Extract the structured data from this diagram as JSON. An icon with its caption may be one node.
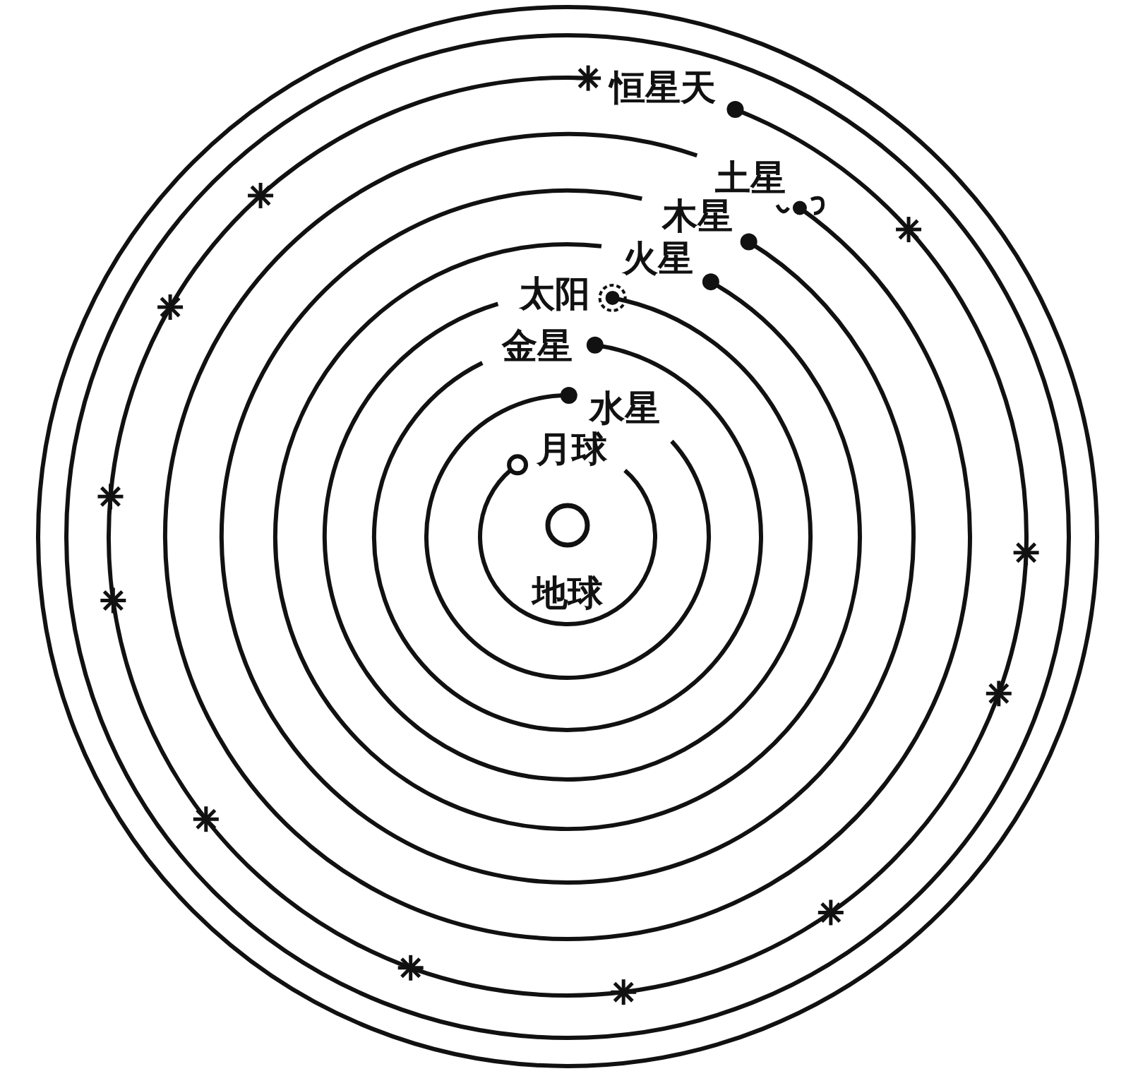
{
  "diagram": {
    "labels": [
      "恒星天",
      "土星",
      "木星",
      "火星",
      "太阳",
      "金星",
      "水星",
      "月球",
      "地球"
    ]
  }
}
